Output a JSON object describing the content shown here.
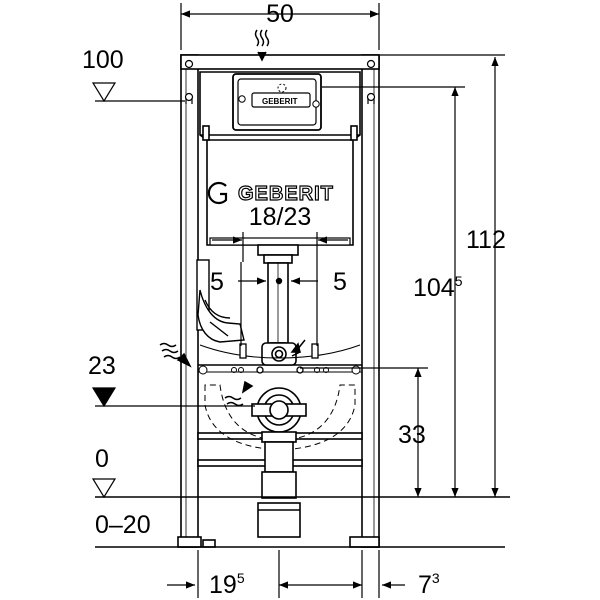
{
  "brand": {
    "logo_text": "GEBERIT",
    "small_logo_text": "GEBERIT"
  },
  "dimensions": {
    "frame_width": "50",
    "total_height": "112",
    "tank_height_main": "104",
    "tank_height_sup": "5",
    "outlet_height": "33",
    "flush_pipe": "18/23",
    "offset_left": "5",
    "offset_right": "5",
    "left_margin_main": "19",
    "left_margin_sup": "5",
    "right_margin_main": "7",
    "right_margin_sup": "3"
  },
  "levels": {
    "level_100": "100",
    "level_23": "23",
    "level_0": "0",
    "floor_range": "0–20"
  }
}
